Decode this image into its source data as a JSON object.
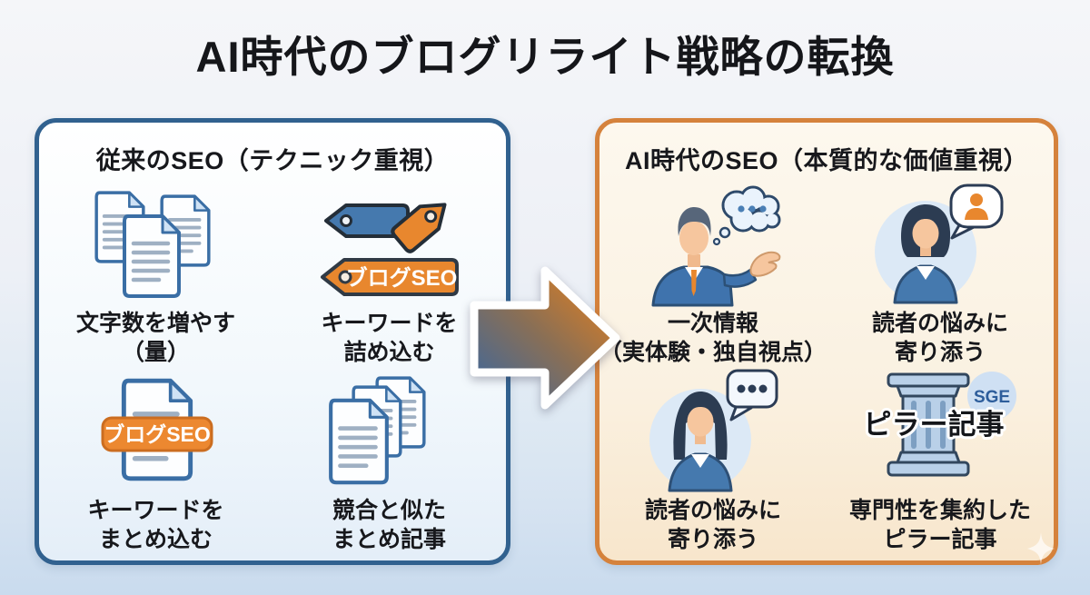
{
  "title": "AI時代のブログリライト戦略の転換",
  "left_panel": {
    "header": "従来のSEO（テクニック重視）",
    "items": [
      {
        "icon": "documents-stack-icon",
        "label": "文字数を増やす\n（量）"
      },
      {
        "icon": "keyword-tags-icon",
        "label": "キーワードを\n詰め込む",
        "badge": "ブログSEO"
      },
      {
        "icon": "seo-document-icon",
        "label": "キーワードを\nまとめ込む",
        "badge": "ブログSEO"
      },
      {
        "icon": "similar-articles-icon",
        "label": "競合と似た\nまとめ記事"
      }
    ]
  },
  "right_panel": {
    "header": "AI時代のSEO（本質的な価値重視）",
    "items": [
      {
        "icon": "man-thought-bubble-icon",
        "label": "一次情報\n（実体験・独自視点）"
      },
      {
        "icon": "woman-person-bubble-icon",
        "label": "読者の悩みに\n寄り添う"
      },
      {
        "icon": "woman-dots-bubble-icon",
        "label": "読者の悩みに\n寄り添う"
      },
      {
        "icon": "pillar-article-icon",
        "label": "専門性を集約した\nピラー記事",
        "badge": "SGE",
        "pillar_text": "ピラー記事"
      }
    ]
  },
  "colors": {
    "left_border": "#31618f",
    "right_border": "#d5823c",
    "arrow_blue": "#3566a3",
    "arrow_orange": "#ef8218",
    "tag_blue": "#4579ae",
    "tag_orange": "#e8872e",
    "sge_text": "#2d5d9b"
  }
}
